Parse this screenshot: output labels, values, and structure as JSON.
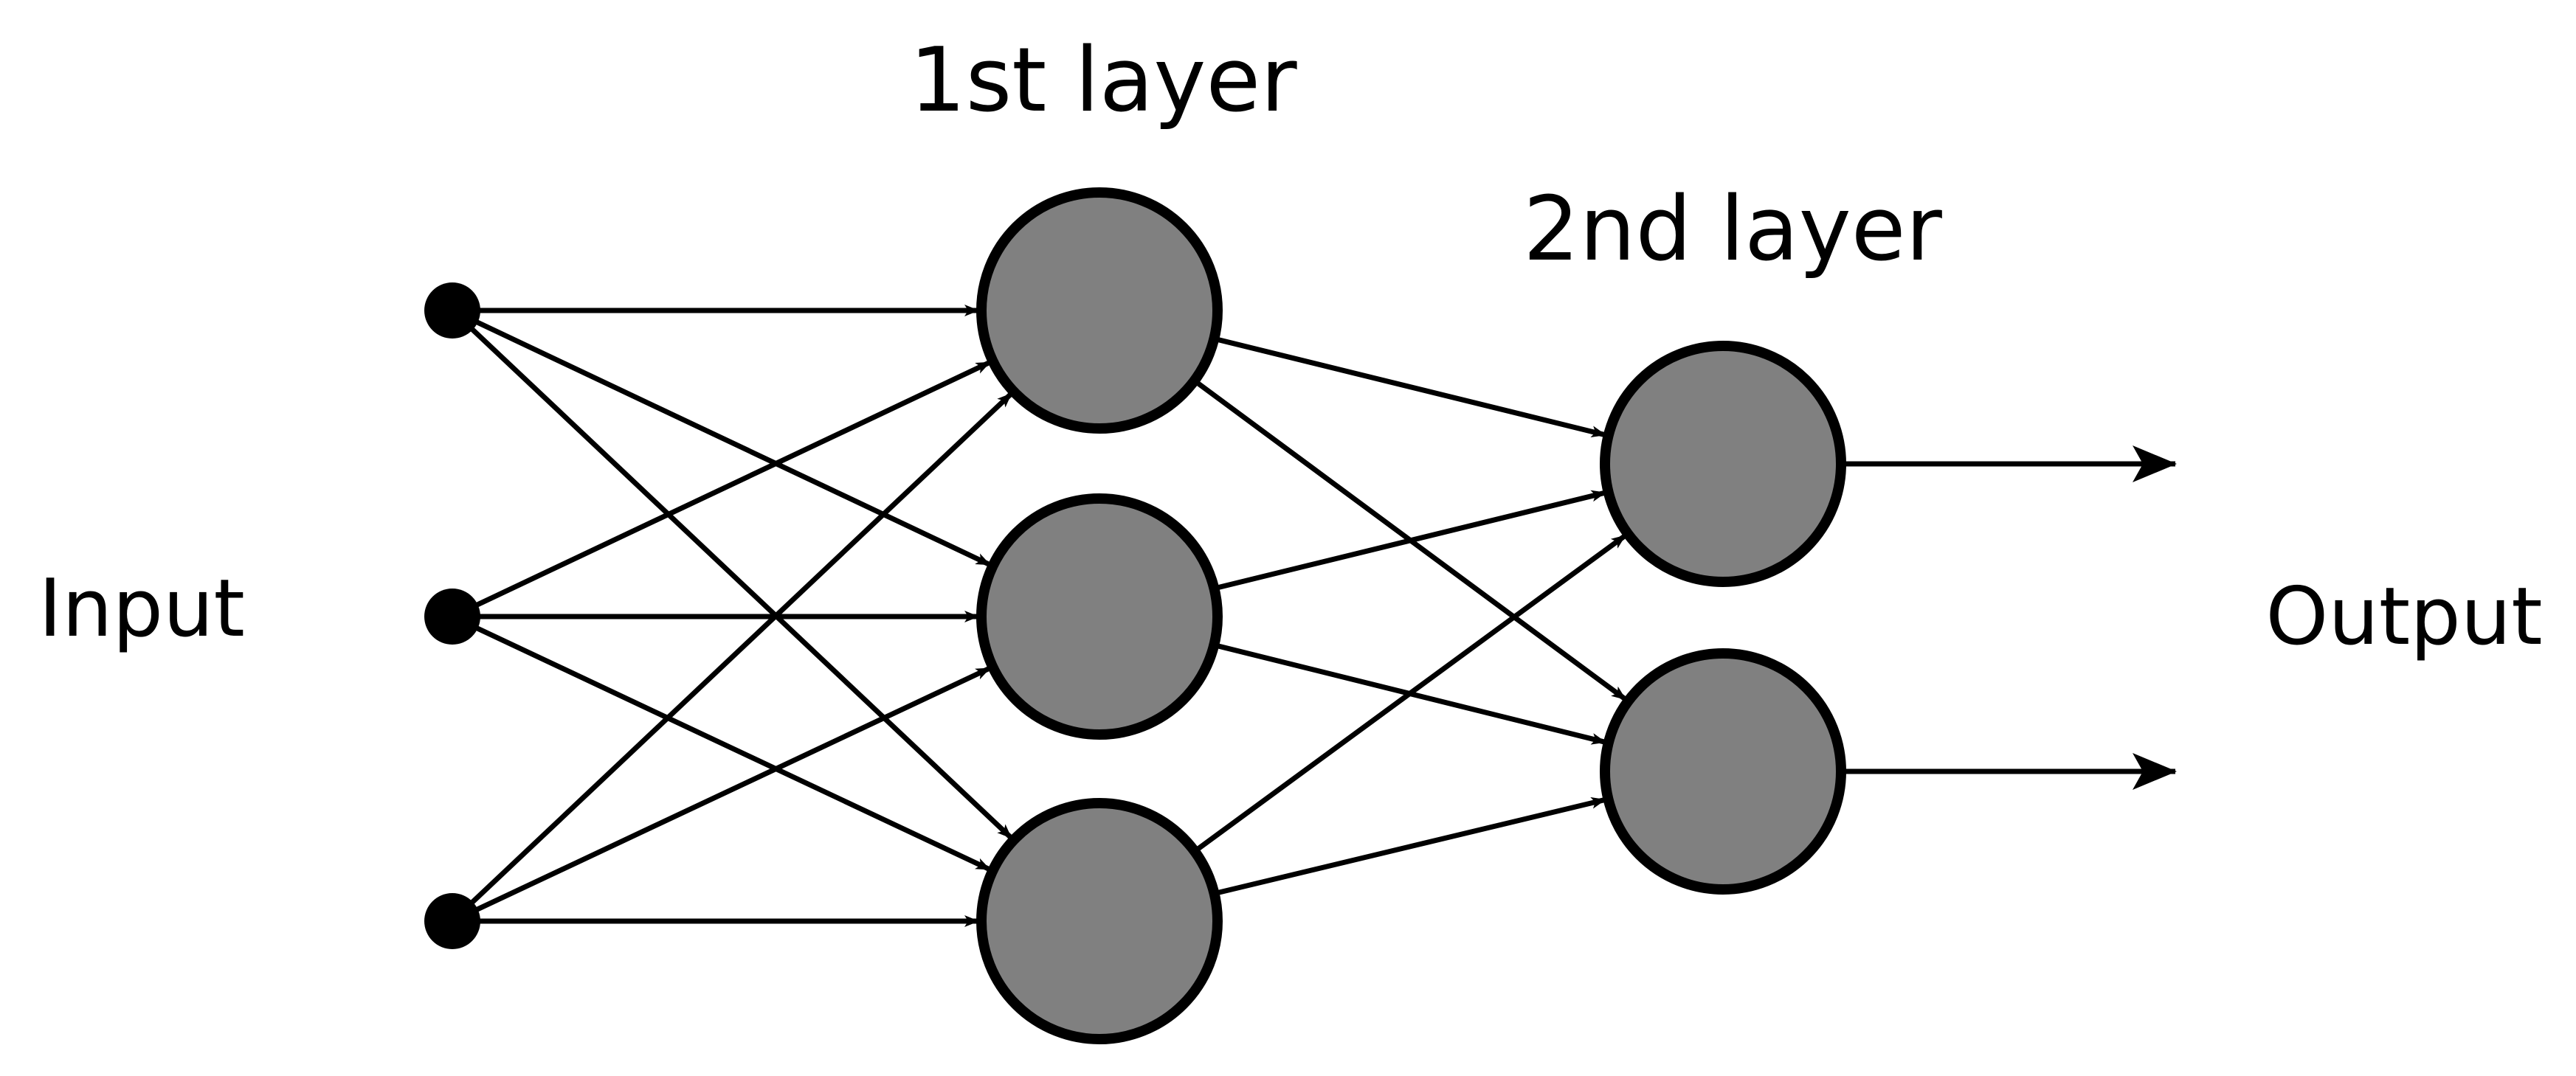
{
  "labels": {
    "input": "Input",
    "output": "Output",
    "layer1": "1st layer",
    "layer2": "2nd layer"
  },
  "network": {
    "input_count": 3,
    "layer1_count": 3,
    "layer2_count": 2,
    "output_count": 2,
    "connectivity": "fully-connected"
  },
  "colors": {
    "neuron_fill": "#808080",
    "stroke": "#000000",
    "background": "#ffffff"
  }
}
